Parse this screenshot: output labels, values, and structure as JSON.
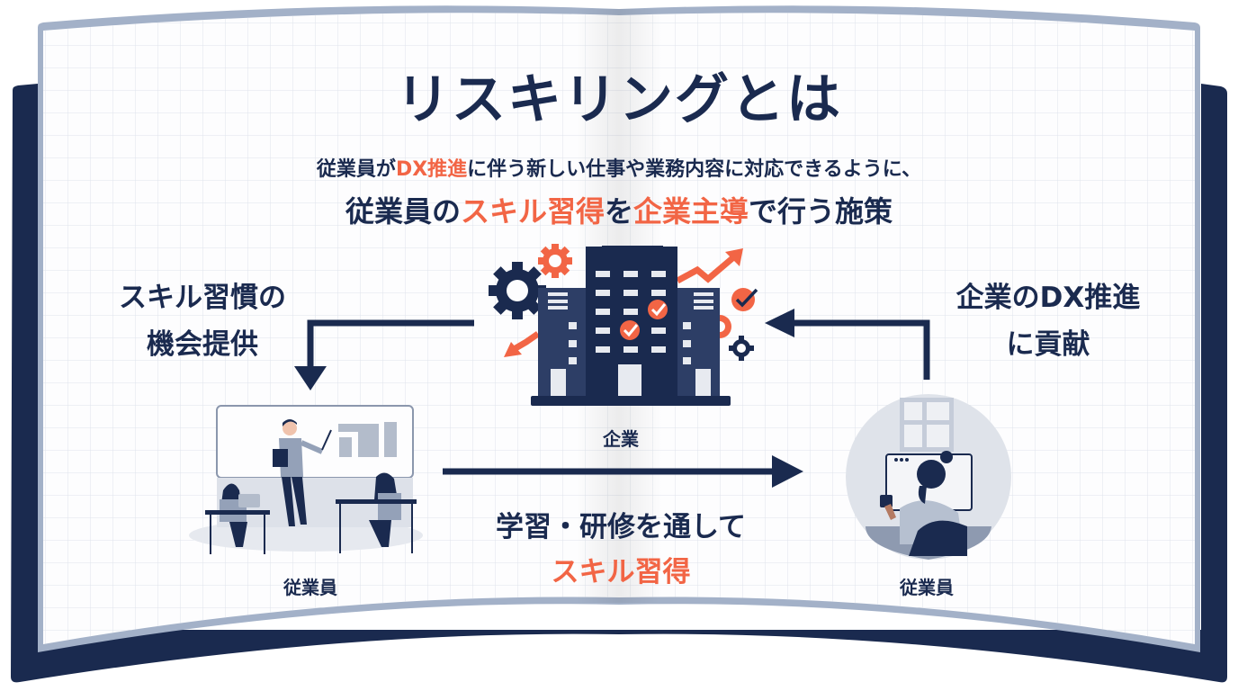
{
  "title": "リスキリングとは",
  "subtitle_line1": {
    "part1": "従業員が",
    "part2_accent": "DX推進",
    "part3": "に伴う新しい仕事や業務内容に対応できるように、"
  },
  "subtitle_line2": {
    "part1": "従業員の",
    "part2_accent": "スキル習得",
    "part3": "を",
    "part4_accent": "企業主導",
    "part5": "で行う施策"
  },
  "left_label": {
    "line1": "スキル習慣の",
    "line2": "機会提供"
  },
  "right_label": {
    "line1": "企業のDX推進",
    "line2": "に貢献"
  },
  "company_caption": "企業",
  "employee_left_caption": "従業員",
  "employee_right_caption": "従業員",
  "learning_label": {
    "line1": "学習・研修を通して",
    "line2_accent": "スキル習得"
  },
  "icons": {
    "company": "office-building-icon",
    "training": "classroom-training-illustration",
    "worker": "remote-worker-illustration",
    "gear": "gear-icon",
    "check": "checkmark-icon",
    "trend": "trend-arrow-icon"
  },
  "colors": {
    "navy": "#1a2a4f",
    "accent": "#f26545",
    "page_border": "#a3b1c8",
    "grid": "#dfe4ec"
  }
}
